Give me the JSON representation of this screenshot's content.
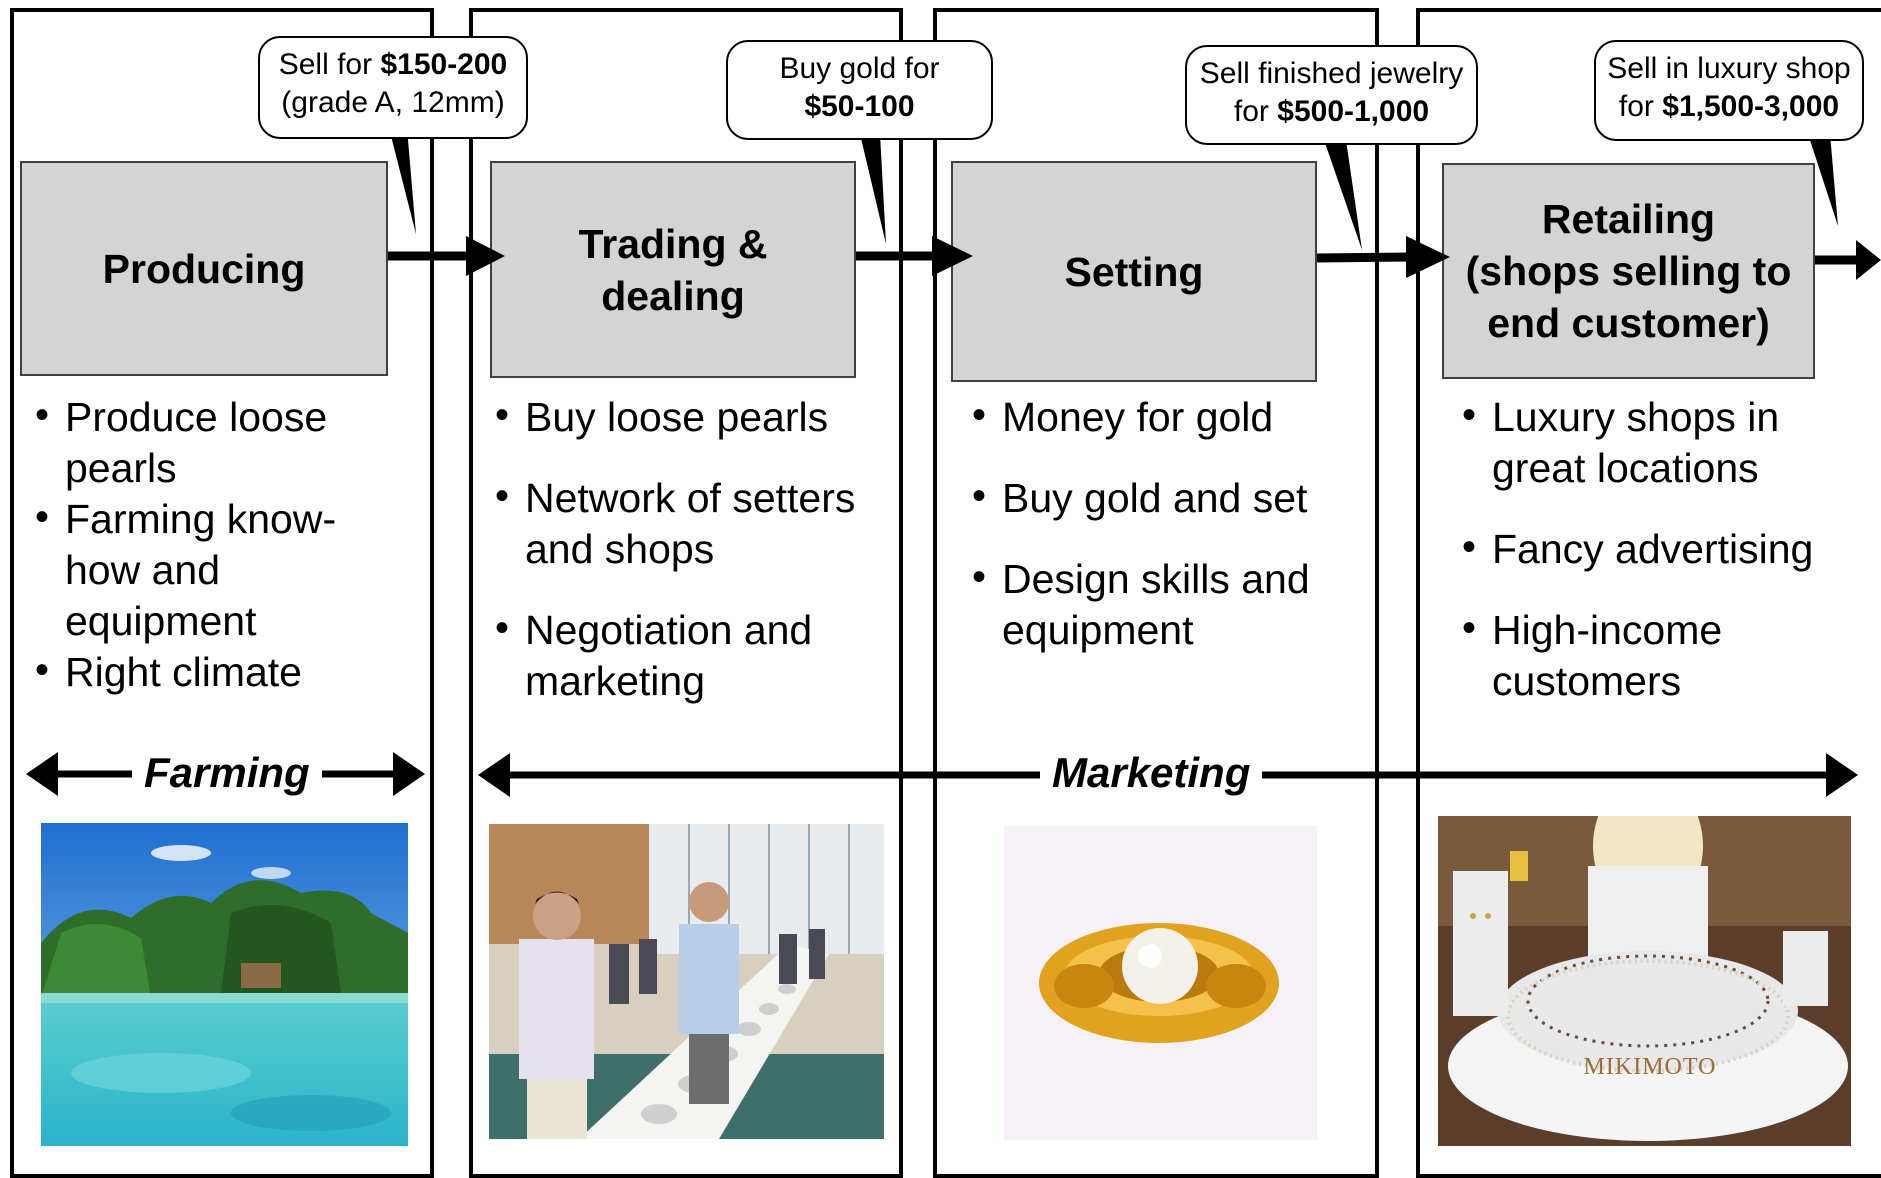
{
  "stages": [
    {
      "title": "Producing",
      "callout": {
        "line1_text": "Sell for ",
        "line1_bold": "$150-200",
        "line2_text": "(grade A, 12mm)",
        "line2_bold": ""
      },
      "bullets": [
        "Produce loose pearls",
        "Farming know-how and equipment",
        "Right climate"
      ],
      "photo": "tropical-lagoon-photo"
    },
    {
      "title": "Trading &\ndealing",
      "callout": {
        "line1_text": "Buy gold for",
        "line1_bold": "",
        "line2_text": "",
        "line2_bold": "$50-100"
      },
      "bullets": [
        "Buy loose pearls",
        "Network of setters and shops",
        "Negotiation and marketing"
      ],
      "photo": "pearl-auction-photo"
    },
    {
      "title": "Setting",
      "callout": {
        "line1_text": "Sell finished jewelry",
        "line1_bold": "",
        "line2_text": "for ",
        "line2_bold": "$500-1,000"
      },
      "bullets": [
        "Money for gold",
        "Buy gold and set",
        "Design skills and equipment"
      ],
      "photo": "gold-pearl-ring-photo"
    },
    {
      "title": "Retailing\n(shops selling to\nend customer)",
      "callout": {
        "line1_text": "Sell in luxury shop",
        "line1_bold": "",
        "line2_text": "for ",
        "line2_bold": "$1,500-3,000"
      },
      "bullets": [
        "Luxury shops in great locations",
        "Fancy advertising",
        "High-income customers"
      ],
      "photo": "luxury-shop-window-photo"
    }
  ],
  "banners": {
    "farming": "Farming",
    "marketing": "Marketing"
  },
  "photo_caption": {
    "shop_brand": "MIKIMOTO"
  },
  "colors": {
    "box_fill": "#d4d4d4",
    "line": "#000000"
  }
}
